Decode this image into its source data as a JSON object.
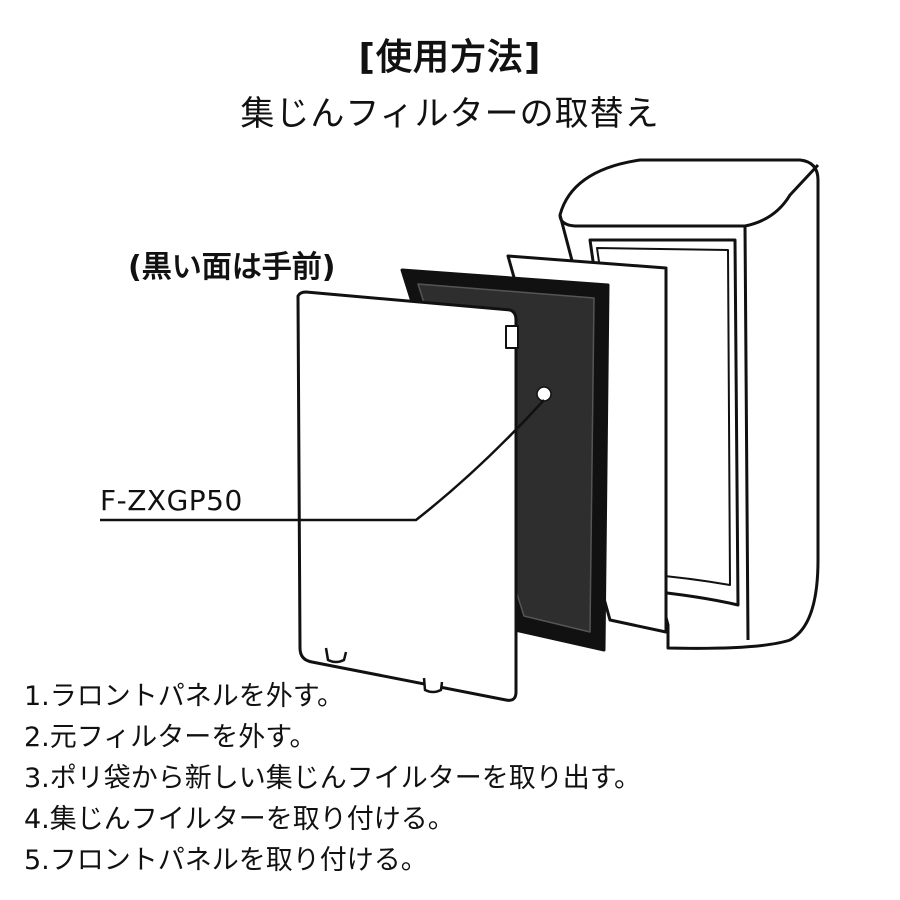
{
  "header": {
    "title": "[使用方法]",
    "subtitle": "集じんフィルターの取替え"
  },
  "diagram": {
    "side_note": "(黒い面は手前)",
    "model_label": "F-ZXGP50"
  },
  "steps": [
    "1.ラロントパネルを外す。",
    "2.元フィルターを外す。",
    "3.ポリ袋から新しい集じんフイルターを取り出す。",
    "4.集じんフイルターを取り付ける。",
    "5.フロントパネルを取り付ける。"
  ]
}
